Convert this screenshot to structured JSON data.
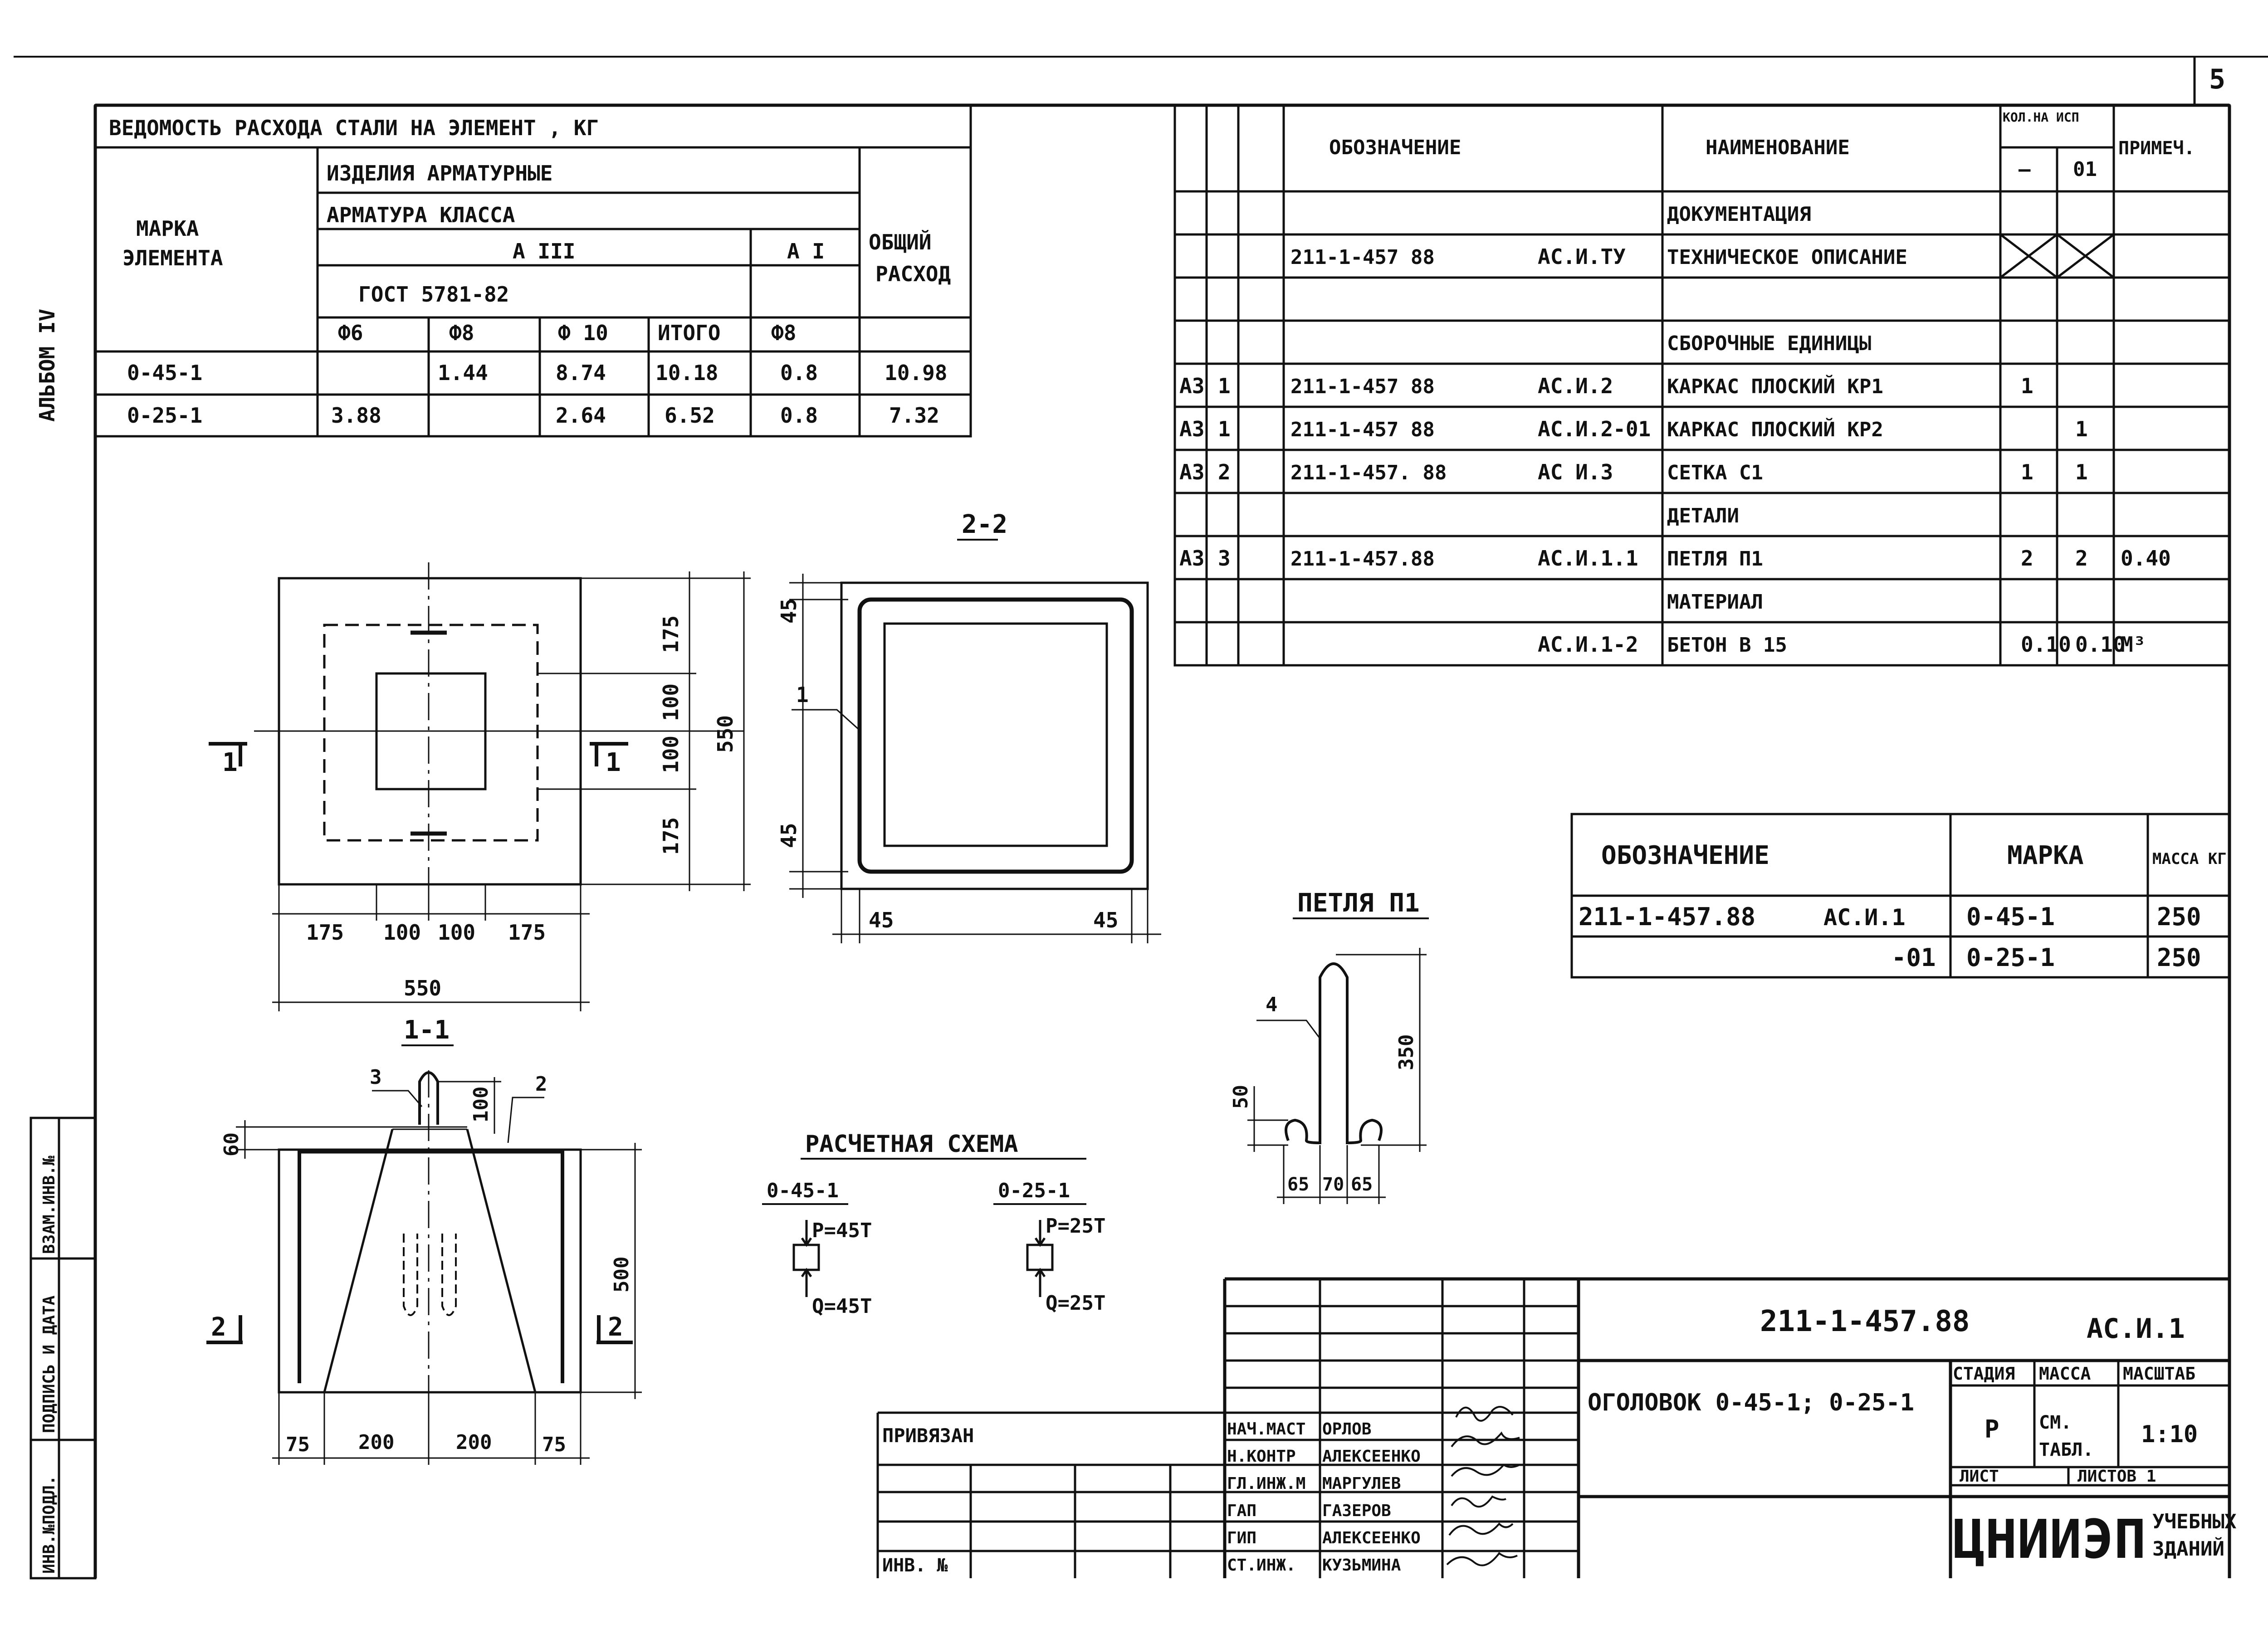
{
  "sheet": {
    "number": "5",
    "album": "АЛЬБОМ IV"
  },
  "steel_table": {
    "title": "ВЕДОМОСТЬ РАСХОДА СТАЛИ НА ЭЛЕМЕНТ , КГ",
    "col_mark": "МАРКА ЭЛЕМЕНТА",
    "products": "ИЗДЕЛИЯ АРМАТУРНЫЕ",
    "armature_class": "АРМАТУРА КЛАССА",
    "class_a3": "А III",
    "class_a1": "А I",
    "gost": "ГОСТ 5781-82",
    "total_col": "ОБЩИЙ РАСХОД",
    "sub_headers": [
      "Ф6",
      "Ф8",
      "Ф 10",
      "ИТОГО",
      "Ф8"
    ],
    "rows": [
      {
        "mark": "0-45-1",
        "d6": "",
        "d8": "1.44",
        "d10": "8.74",
        "total": "10.18",
        "a1d8": "0.8",
        "sum": "10.98"
      },
      {
        "mark": "0-25-1",
        "d6": "3.88",
        "d8": "",
        "d10": "2.64",
        "total": "6.52",
        "a1d8": "0.8",
        "sum": "7.32"
      }
    ]
  },
  "spec_table": {
    "h_designation": "ОБОЗНАЧЕНИЕ",
    "h_name": "НАИМЕНОВАНИЕ",
    "h_qty": "КОЛ.НА ИСП",
    "h_qty_a": "—",
    "h_qty_b": "01",
    "h_note": "ПРИМЕЧ.",
    "rows": [
      {
        "fmt": "",
        "pos": "",
        "code": "",
        "doc": "",
        "name": "ДОКУМЕНТАЦИЯ",
        "q1": "",
        "q2": "",
        "note": ""
      },
      {
        "fmt": "",
        "pos": "",
        "code": "211-1-457 88",
        "doc": "АС.И.ТУ",
        "name": "ТЕХНИЧЕСКОЕ ОПИСАНИЕ",
        "q1": "",
        "q2": "",
        "note": ""
      },
      {
        "fmt": "",
        "pos": "",
        "code": "",
        "doc": "",
        "name": "",
        "q1": "",
        "q2": "",
        "note": ""
      },
      {
        "fmt": "",
        "pos": "",
        "code": "",
        "doc": "",
        "name": "СБОРОЧНЫЕ ЕДИНИЦЫ",
        "q1": "",
        "q2": "",
        "note": ""
      },
      {
        "fmt": "А3",
        "pos": "1",
        "code": "211-1-457 88",
        "doc": "АС.И.2",
        "name": "КАРКАС ПЛОСКИЙ КР1",
        "q1": "1",
        "q2": "",
        "note": ""
      },
      {
        "fmt": "А3",
        "pos": "1",
        "code": "211-1-457 88",
        "doc": "АС.И.2-01",
        "name": "КАРКАС ПЛОСКИЙ КР2",
        "q1": "",
        "q2": "1",
        "note": ""
      },
      {
        "fmt": "А3",
        "pos": "2",
        "code": "211-1-457. 88",
        "doc": "АС И.3",
        "name": "СЕТКА С1",
        "q1": "1",
        "q2": "1",
        "note": ""
      },
      {
        "fmt": "",
        "pos": "",
        "code": "",
        "doc": "",
        "name": "ДЕТАЛИ",
        "q1": "",
        "q2": "",
        "note": ""
      },
      {
        "fmt": "А3",
        "pos": "3",
        "code": "211-1-457.88",
        "doc": "АС.И.1.1",
        "name": "ПЕТЛЯ П1",
        "q1": "2",
        "q2": "2",
        "note": "0.40"
      },
      {
        "fmt": "",
        "pos": "",
        "code": "",
        "doc": "",
        "name": "МАТЕРИАЛ",
        "q1": "",
        "q2": "",
        "note": ""
      },
      {
        "fmt": "",
        "pos": "",
        "code": "",
        "doc": "АС.И.1-2",
        "name": "БЕТОН В 15",
        "q1": "0.10",
        "q2": "0.10",
        "note": "М³"
      }
    ]
  },
  "marks_table": {
    "h_designation": "ОБОЗНАЧЕНИЕ",
    "h_mark": "МАРКА",
    "h_mass": "МАССА КГ",
    "rows": [
      {
        "code": "211-1-457.88",
        "doc": "АС.И.1",
        "mark": "0-45-1",
        "mass": "250"
      },
      {
        "code": "",
        "doc": "-01",
        "mark": "0-25-1",
        "mass": "250"
      }
    ]
  },
  "drawings": {
    "plan_dims": {
      "d175a": "175",
      "d100a": "100",
      "d100b": "100",
      "d175b": "175",
      "total": "550",
      "v175a": "175",
      "v100a": "100",
      "v100b": "100",
      "v175b": "175",
      "vtotal": "550"
    },
    "section_labels": {
      "s11": "1",
      "s11b": "1",
      "s22": "2-2",
      "s11title": "1-1",
      "s2a": "2",
      "s2b": "2"
    },
    "sec22_dims": {
      "top": "45",
      "bottom": "45",
      "left": "45",
      "right": "45",
      "callout": "1"
    },
    "sec11_dims": {
      "h60": "60",
      "h100": "100",
      "h500": "500",
      "b75a": "75",
      "b200a": "200",
      "b200b": "200",
      "b75b": "75",
      "c3": "3",
      "c2": "2"
    },
    "loop": {
      "title": "ПЕТЛЯ П1",
      "callout": "4",
      "h350": "350",
      "h50": "50",
      "b65a": "65",
      "b70": "70",
      "b65b": "65"
    },
    "scheme": {
      "title": "РАСЧЕТНАЯ СХЕМА",
      "m1": "0-45-1",
      "m2": "0-25-1",
      "p1": "P=45Т",
      "q1": "Q=45Т",
      "p2": "P=25Т",
      "q2": "Q=25Т"
    }
  },
  "title_block": {
    "code": "211-1-457.88",
    "doc": "АС.И.1",
    "name": "ОГОЛОВОК 0-45-1; 0-25-1",
    "h_stage": "СТАДИЯ",
    "h_mass": "МАССА",
    "h_scale": "МАСШТАБ",
    "stage": "Р",
    "mass": "СМ. ТАБЛ.",
    "scale": "1:10",
    "sheet_lbl": "ЛИСТ",
    "sheets_lbl": "ЛИСТОВ 1",
    "org": "ЦНИИЭП",
    "org2": "УЧЕБНЫХ ЗДАНИЙ",
    "bound": "ПРИВЯЗАН",
    "inv": "ИНВ. №",
    "staff": [
      {
        "role": "НАЧ.МАСТ",
        "name": "ОРЛОВ"
      },
      {
        "role": "Н.КОНТР",
        "name": "АЛЕКСЕЕНКО"
      },
      {
        "role": "ГЛ.ИНЖ.М",
        "name": "МАРГУЛЕВ"
      },
      {
        "role": "ГАП",
        "name": "ГАЗЕРОВ"
      },
      {
        "role": "ГИП",
        "name": "АЛЕКСЕЕНКО"
      },
      {
        "role": "СТ.ИНЖ.",
        "name": "КУЗЬМИНА"
      }
    ]
  },
  "side_stamp": {
    "inv_orig": "ИНВ.№ПОДЛ.",
    "sign_date": "ПОДПИСЬ И ДАТА",
    "replace_inv": "ВЗАМ.ИНВ.№"
  }
}
